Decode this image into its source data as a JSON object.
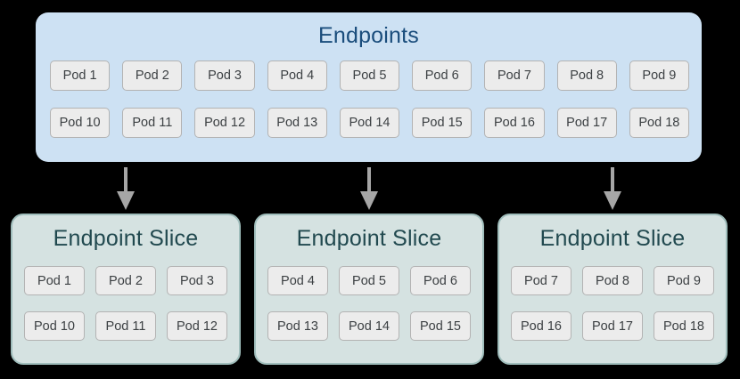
{
  "colors": {
    "background": "#000000",
    "endpoints_box_fill": "#cde1f3",
    "endpoints_title_text": "#1a4d7c",
    "slice_box_fill": "#d5e2e1",
    "slice_box_border": "#9fbdbb",
    "slice_title_text": "#21494f",
    "pod_fill": "#ececec",
    "pod_border": "#b3b3b3",
    "pod_text": "#3c4043",
    "arrow": "#a6a6a6"
  },
  "endpoints": {
    "title": "Endpoints",
    "pods": [
      "Pod 1",
      "Pod 2",
      "Pod 3",
      "Pod 4",
      "Pod 5",
      "Pod 6",
      "Pod 7",
      "Pod 8",
      "Pod 9",
      "Pod 10",
      "Pod 11",
      "Pod 12",
      "Pod 13",
      "Pod 14",
      "Pod 15",
      "Pod 16",
      "Pod 17",
      "Pod 18"
    ]
  },
  "slices": [
    {
      "title": "Endpoint Slice",
      "pods": [
        "Pod 1",
        "Pod 2",
        "Pod 3",
        "Pod 10",
        "Pod 11",
        "Pod 12"
      ]
    },
    {
      "title": "Endpoint Slice",
      "pods": [
        "Pod 4",
        "Pod 5",
        "Pod 6",
        "Pod 13",
        "Pod 14",
        "Pod 15"
      ]
    },
    {
      "title": "Endpoint Slice",
      "pods": [
        "Pod 7",
        "Pod 8",
        "Pod 9",
        "Pod 16",
        "Pod 17",
        "Pod 18"
      ]
    }
  ]
}
